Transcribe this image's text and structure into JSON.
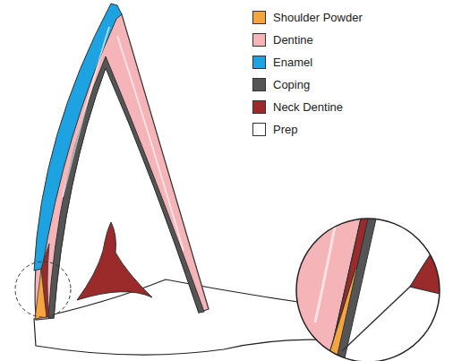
{
  "diagram": {
    "legend": [
      {
        "text": "Shoulder Powder",
        "color": "#f6a53e"
      },
      {
        "text": "Dentine",
        "color": "#f5b5b8"
      },
      {
        "text": "Enamel",
        "color": "#1ea3e2"
      },
      {
        "text": "Coping",
        "color": "#555555"
      },
      {
        "text": "Neck Dentine",
        "color": "#9b2a2b"
      },
      {
        "text": "Prep",
        "color": "#ffffff"
      }
    ]
  }
}
